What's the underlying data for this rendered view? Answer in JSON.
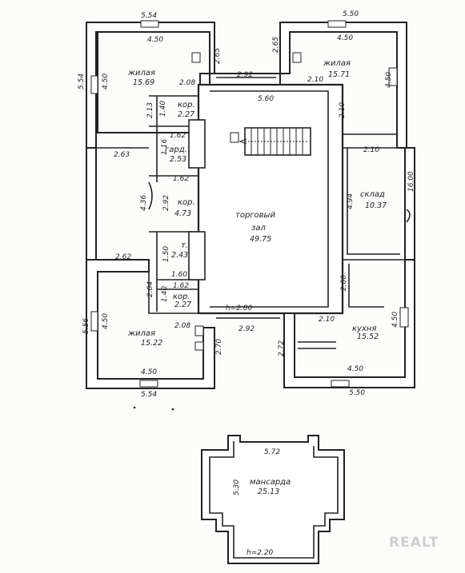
{
  "ground_floor": {
    "dims": {
      "top_left_width": "5.54",
      "top_right_width": "5.50",
      "tl_room_width": "4.50",
      "tr_room_width": "4.50",
      "left_outer_height": "5.54",
      "left_room_height": "4.50",
      "tl_side": "2.65",
      "tr_side": "2.65",
      "right_room_height": "4.50",
      "top_passage": "2.92",
      "hall_top": "5.60",
      "tl_corner": "2.08",
      "tr_corner": "2.10",
      "left_gap_top": "2.13",
      "right_gap": "2.10",
      "kor_top_height": "1.40",
      "wc_top_width": "1.62",
      "wc_mid_width": "1.62",
      "wc_height": "1.16",
      "left_gap_upper": "2.63",
      "sklad_height": "4.94",
      "sklad_width": "2.10",
      "right_outer": "16.00",
      "left_vert_1": "4.36",
      "left_vert_2": "2.92",
      "left_gap_lower": "2.62",
      "t_height": "1.50",
      "t_width": "1.60",
      "t_width_bottom": "1.62",
      "kor_bottom_height": "1.40",
      "left_low_vert": "2.04",
      "kitchen_vert": "2.00",
      "bottom_passage": "2.92",
      "hall_bottom_right": "2.10",
      "bl_corner": "2.08",
      "bl_outer_height": "5.56",
      "bl_room_height": "4.50",
      "bl_side": "2.70",
      "br_side": "2.72",
      "kitchen_height": "4.50",
      "bl_room_width": "4.50",
      "br_room_width": "4.50",
      "bottom_left_width": "5.54",
      "bottom_right_width": "5.50",
      "ceiling_height": "h=2.80"
    },
    "rooms": {
      "tl_name": "жилая",
      "tl_area": "15.69",
      "tr_name": "жилая",
      "tr_area": "15.71",
      "kor1_name": "кор.",
      "kor1_area": "2.27",
      "gard_name": "гард.",
      "gard_area": "2.53",
      "kor2_name": "кор.",
      "kor2_area": "4.73",
      "hall_name": "торговый",
      "hall_name2": "зал",
      "hall_area": "49.75",
      "sklad_name": "склад",
      "sklad_area": "10.37",
      "t_name": "т.",
      "t_area": "2.43",
      "kor3_name": "кор.",
      "kor3_area": "2.27",
      "bl_name": "жилая",
      "bl_area": "15.22",
      "kitchen_name": "кухня",
      "kitchen_area": "15.52"
    }
  },
  "attic": {
    "width": "5.72",
    "height": "5.30",
    "name": "мансарда",
    "area": "25.13",
    "ceiling": "h=2.20"
  },
  "watermark": "REALT"
}
